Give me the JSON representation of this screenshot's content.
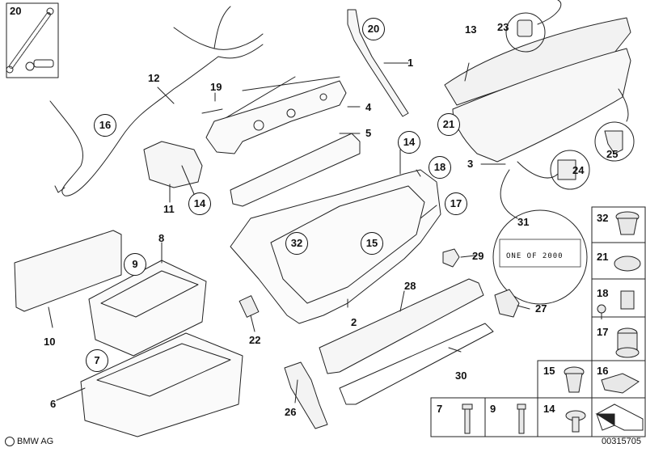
{
  "diagram": {
    "callouts": {
      "c1": "1",
      "c2": "2",
      "c3": "3",
      "c4": "4",
      "c5": "5",
      "c6": "6",
      "c7": "7",
      "c8": "8",
      "c9": "9",
      "c10": "10",
      "c11": "11",
      "c12": "12",
      "c13": "13",
      "c14a": "14",
      "c14b": "14",
      "c15": "15",
      "c16": "16",
      "c17": "17",
      "c18": "18",
      "c19": "19",
      "c20a": "20",
      "c20b": "20",
      "c21": "21",
      "c22": "22",
      "c23": "23",
      "c24": "24",
      "c25": "25",
      "c26": "26",
      "c27": "27",
      "c28": "28",
      "c29": "29",
      "c30": "30",
      "c31": "31",
      "c32": "32"
    },
    "parts_table": {
      "r1": "32",
      "r2": "21",
      "r3": "18",
      "r4": "17",
      "r5a": "15",
      "r5b": "16",
      "r6a": "7",
      "r6b": "9",
      "r6c": "14"
    },
    "badge_text": "ONE OF 2000",
    "logo_text": "BMW AG",
    "ref_number": "00315705"
  }
}
